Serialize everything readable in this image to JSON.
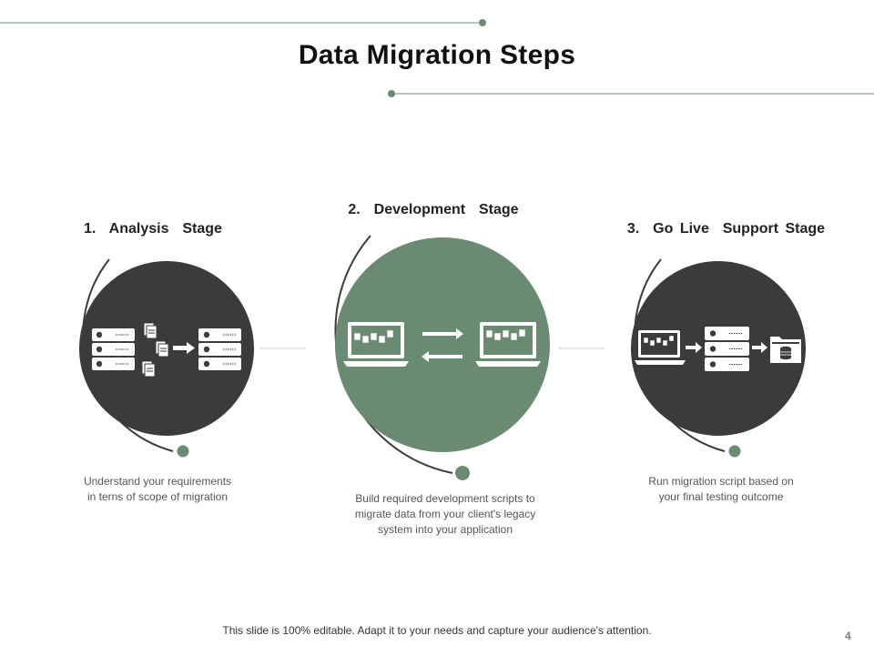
{
  "slide": {
    "title": "Data Migration Steps",
    "accent_color": "#6a8a72",
    "dark_color": "#3b3b3b",
    "footer": "This slide is 100% editable. Adapt it to your needs and capture your audience's attention.",
    "page_number": "4"
  },
  "stages": [
    {
      "heading": "1.  Analysis  Stage",
      "description": "Understand  your requirements\nin terns of scope of migration",
      "icons": [
        "server-rack-icon",
        "document-icon",
        "arrow-right-icon",
        "server-rack-icon"
      ]
    },
    {
      "heading": "2.  Development  Stage",
      "description": "Build required development  scripts to\nmigrate data from  your client's legacy\nsystem into your application",
      "icons": [
        "laptop-icon",
        "swap-arrows-icon",
        "laptop-icon"
      ]
    },
    {
      "heading": "3.  Go Live  Support Stage",
      "description": "Run  migration script based on\nyour final testing outcome",
      "icons": [
        "laptop-icon",
        "arrow-right-icon",
        "server-rack-icon",
        "arrow-right-icon",
        "database-folder-icon"
      ]
    }
  ]
}
